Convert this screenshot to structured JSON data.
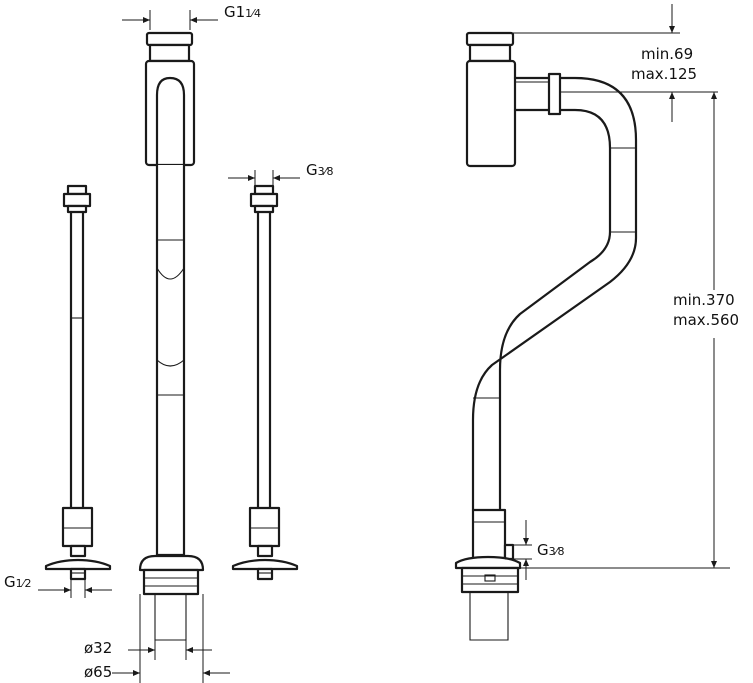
{
  "labels": {
    "g_top": {
      "prefix": "G1",
      "frac": "1⁄4"
    },
    "g_right_mid": {
      "prefix": "G",
      "frac": "3⁄8"
    },
    "g_left": {
      "prefix": "G",
      "frac": "1⁄2"
    },
    "g_side": {
      "prefix": "G",
      "frac": "3⁄8"
    },
    "dia_32": "ø32",
    "dia_65": "ø65",
    "min_69": "min.69",
    "max_125": "max.125",
    "min_370": "min.370",
    "max_560": "max.560"
  },
  "colors": {
    "line": "#1a1a1a",
    "background": "#ffffff"
  }
}
